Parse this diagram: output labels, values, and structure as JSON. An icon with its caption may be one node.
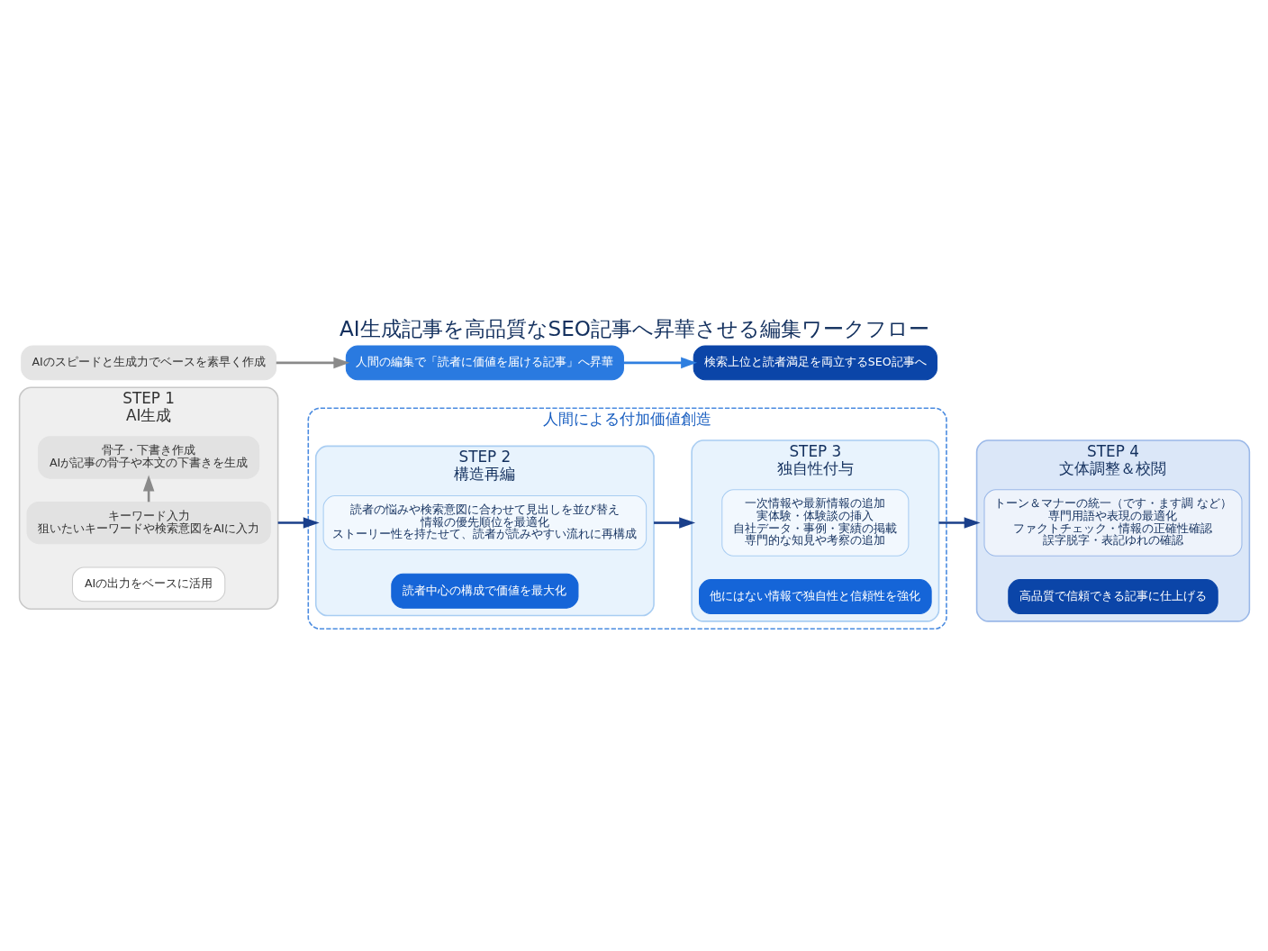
{
  "diagram": {
    "title": "AI生成記事を高品質なSEO記事へ昇華させる編集ワークフロー",
    "nodes": [
      {
        "text": [
          "人間による付加価値創造"
        ]
      },
      {
        "text": [
          "STEP 1",
          "AI生成"
        ]
      },
      {
        "text": [
          "キーワード入力",
          "狙いたいキーワードや検索意図をAIに入力"
        ],
        "in": 1
      },
      {
        "text": [
          "骨子・下書き作成",
          "AIが記事の骨子や本文の下書きを生成"
        ],
        "in": 1
      },
      {
        "text": [
          "AIの出力をベースに活用"
        ],
        "in": 1
      },
      {
        "text": [
          "STEP 2",
          "構造再編"
        ],
        "in": 0
      },
      {
        "text": [
          "読者の悩みや検索意図に合わせて見出しを並び替え",
          "情報の優先順位を最適化",
          "ストーリー性を持たせて、読者が読みやすい流れに再構成"
        ],
        "in": 5
      },
      {
        "text": [
          "読者中心の構成で価値を最大化"
        ],
        "in": 5
      },
      {
        "text": [
          "STEP 3",
          "独自性付与"
        ],
        "in": 0
      },
      {
        "text": [
          "一次情報や最新情報の追加",
          "実体験・体験談の挿入",
          "自社データ・事例・実績の掲載",
          "専門的な知見や考察の追加"
        ],
        "in": 8
      },
      {
        "text": [
          "他にはない情報で独自性と信頼性を強化"
        ],
        "in": 8
      },
      {
        "text": [
          "STEP 4",
          "文体調整＆校閲"
        ]
      },
      {
        "text": [
          "トーン＆マナーの統一（です・ます調 など）",
          "専門用語や表現の最適化",
          "ファクトチェック・情報の正確性確認",
          "誤字脱字・表記ゆれの確認"
        ],
        "in": 11
      },
      {
        "text": [
          "高品質で信頼できる記事に仕上げる"
        ],
        "in": 11
      },
      {
        "text": [
          "AIのスピードと生成力でベースを素早く作成"
        ]
      },
      {
        "text": [
          "人間の編集で「読者に価値を届ける記事」へ昇華"
        ]
      },
      {
        "text": [
          "検索上位と読者満足を両立するSEO記事へ"
        ]
      }
    ],
    "edges": [
      {
        "from": 2,
        "to": 3,
        "arrow": "to",
        "color": "#8a8a8a"
      },
      {
        "from": 1,
        "to": 5,
        "arrow": "to"
      },
      {
        "from": 5,
        "to": 8,
        "arrow": "to"
      },
      {
        "from": 8,
        "to": 11,
        "arrow": "to"
      },
      {
        "from": 14,
        "to": 15,
        "arrow": "to",
        "color": "#8a8a8a"
      },
      {
        "from": 15,
        "to": 16,
        "arrow": "to",
        "color": "#2f7fe0"
      }
    ]
  }
}
